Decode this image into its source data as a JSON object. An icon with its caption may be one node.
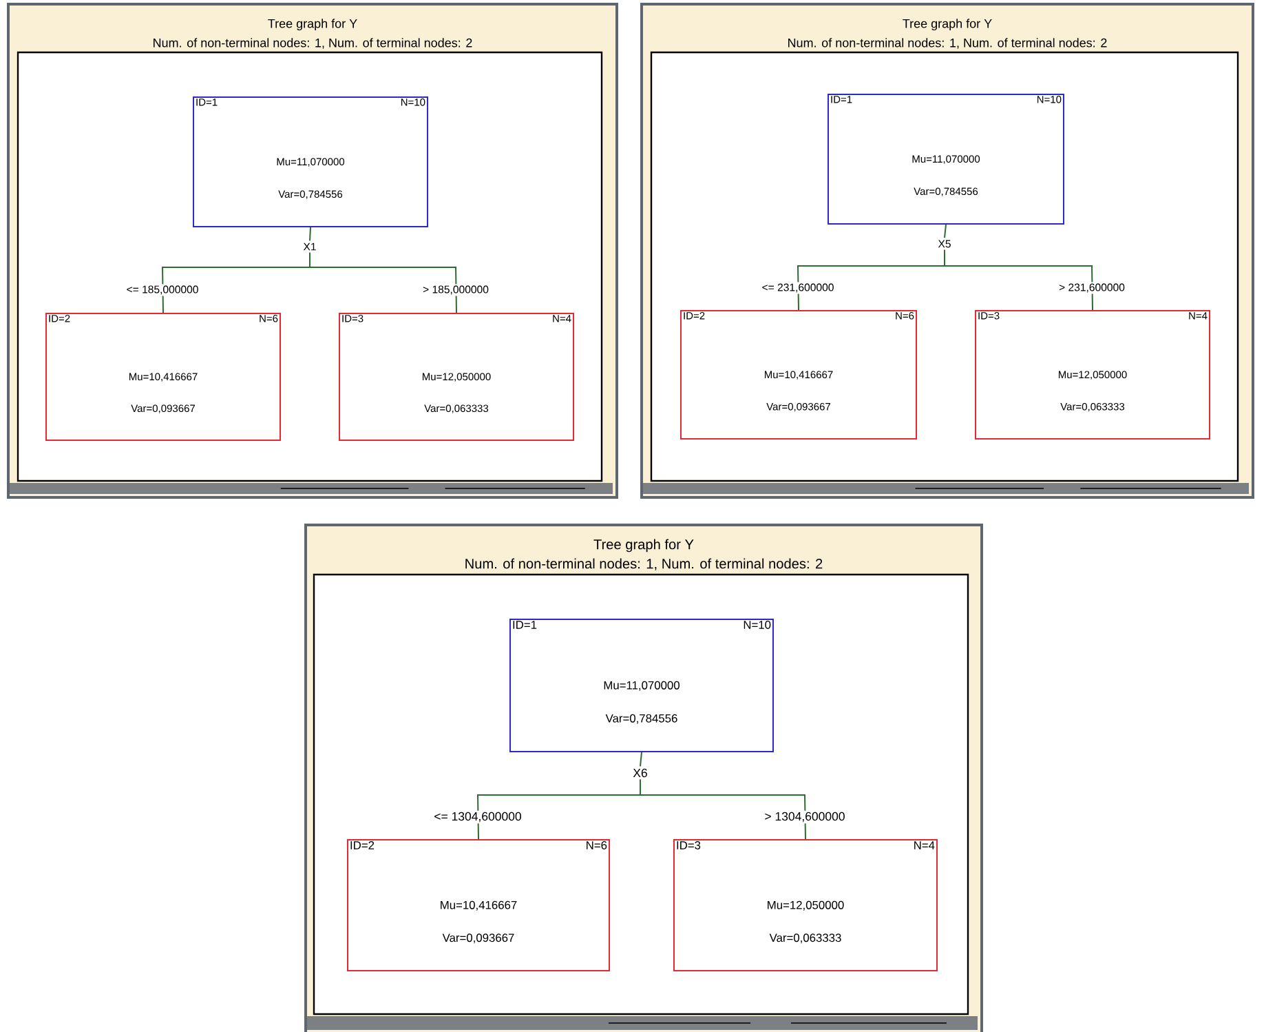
{
  "diagram": {
    "nodes": [
      {
        "text": [
          "Tree graph for Y",
          "Num. of non-terminal nodes: 1, Num. of terminal nodes: 2"
        ]
      },
      {
        "text": [
          "ID=1",
          "N=10",
          "Mu=11,070000",
          "Var=0,784556"
        ],
        "in": 0
      },
      {
        "text": [
          "X1"
        ],
        "in": 0
      },
      {
        "text": [
          "ID=2",
          "N=6",
          "Mu=10,416667",
          "Var=0,093667"
        ],
        "in": 0
      },
      {
        "text": [
          "ID=3",
          "N=4",
          "Mu=12,050000",
          "Var=0,063333"
        ],
        "in": 0
      },
      {
        "text": [
          "Tree graph for Y",
          "Num. of non-terminal nodes: 1, Num. of terminal nodes: 2"
        ]
      },
      {
        "text": [
          "ID=1",
          "N=10",
          "Mu=11,070000",
          "Var=0,784556"
        ],
        "in": 5
      },
      {
        "text": [
          "X5"
        ],
        "in": 5
      },
      {
        "text": [
          "ID=2",
          "N=6",
          "Mu=10,416667",
          "Var=0,093667"
        ],
        "in": 5
      },
      {
        "text": [
          "ID=3",
          "N=4",
          "Mu=12,050000",
          "Var=0,063333"
        ],
        "in": 5
      },
      {
        "text": [
          "Tree graph for Y",
          "Num. of non-terminal nodes: 1, Num. of terminal nodes: 2"
        ]
      },
      {
        "text": [
          "ID=1",
          "N=10",
          "Mu=11,070000",
          "Var=0,784556"
        ],
        "in": 10
      },
      {
        "text": [
          "X6"
        ],
        "in": 10
      },
      {
        "text": [
          "ID=2",
          "N=6",
          "Mu=10,416667",
          "Var=0,093667"
        ],
        "in": 10
      },
      {
        "text": [
          "ID=3",
          "N=4",
          "Mu=12,050000",
          "Var=0,063333"
        ],
        "in": 10
      }
    ],
    "edges": [
      {
        "from": 1,
        "to": 2,
        "arrow": "none"
      },
      {
        "from": 2,
        "to": 3,
        "arrow": "none",
        "label": "<= 185,000000"
      },
      {
        "from": 2,
        "to": 4,
        "arrow": "none",
        "label": "> 185,000000"
      },
      {
        "from": 6,
        "to": 7,
        "arrow": "none"
      },
      {
        "from": 7,
        "to": 8,
        "arrow": "none",
        "label": "<= 231,600000"
      },
      {
        "from": 7,
        "to": 9,
        "arrow": "none",
        "label": "> 231,600000"
      },
      {
        "from": 11,
        "to": 12,
        "arrow": "none"
      },
      {
        "from": 12,
        "to": 13,
        "arrow": "none",
        "label": "<= 1304,600000"
      },
      {
        "from": 12,
        "to": 14,
        "arrow": "none",
        "label": "> 1304,600000"
      }
    ]
  }
}
